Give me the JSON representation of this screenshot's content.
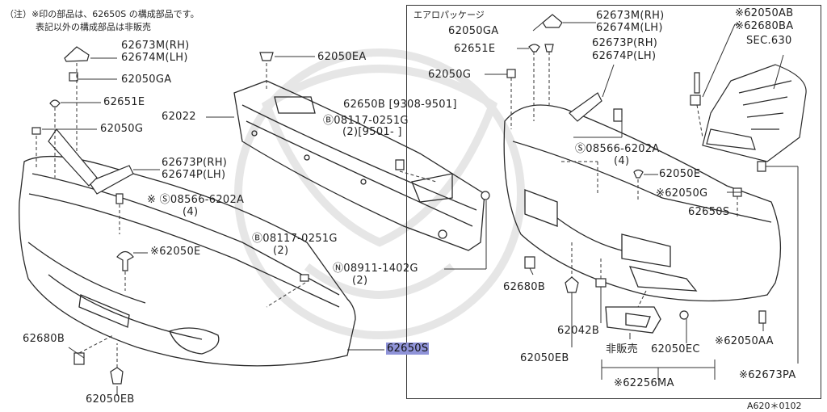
{
  "header": {
    "note_line1": "（注）※印の部品は、62650S の構成部品です。",
    "note_line2": "表記以外の構成部品は非販売"
  },
  "inset_title": "エアロパッケージ",
  "footer_code": "A620＊0102",
  "labels": {
    "l_62673m_rh": "62673M(RH)",
    "l_62674m_lh": "62674M(LH)",
    "l_62050ga": "62050GA",
    "l_62651e": "62651E",
    "l_62050g": "62050G",
    "l_62050ea": "62050EA",
    "l_62022": "62022",
    "l_62650b": "62650B [9308-9501]",
    "l_bolt_b_top": "Ⓑ08117-0251G",
    "l_bolt_b_top_qty": "(2)[9501-    ]",
    "l_62673p_rh": "62673P(RH)",
    "l_62674p_lh": "62674P(LH)",
    "l_screw_s": "※ Ⓢ08566-6202A",
    "l_screw_s_qty": "(4)",
    "l_62050e": "※62050E",
    "l_bolt_b_mid": "Ⓑ08117-0251G",
    "l_bolt_b_mid_qty": "(2)",
    "l_nut_n": "Ⓝ08911-1402G",
    "l_nut_n_qty": "(2)",
    "l_62680b": "62680B",
    "l_62650s": "62650S",
    "l_62050eb": "62050EB",
    "r_62050ga": "62050GA",
    "r_62651e": "62651E",
    "r_62050g": "62050G",
    "r_62673m_rh": "62673M(RH)",
    "r_62674m_lh": "62674M(LH)",
    "r_62673p_rh": "62673P(RH)",
    "r_62674p_lh": "62674P(LH)",
    "r_62050ab": "※62050AB",
    "r_62680ba": "※62680BA",
    "r_sec630": "SEC.630",
    "r_screw_s": "Ⓢ08566-6202A",
    "r_screw_s_qty": "(4)",
    "r_62050e": "62050E",
    "r_62050g2": "※62050G",
    "r_62650s": "62650S",
    "r_62680b": "62680B",
    "r_62042b": "62042B",
    "r_hihanbai": "非販売",
    "r_62050ec": "62050EC",
    "r_62050aa": "※62050AA",
    "r_62050eb": "62050EB",
    "r_62673pa": "※62673PA",
    "r_62256ma": "※62256MA"
  },
  "colors": {
    "line": "#2a2a2a",
    "highlight": "#8f93d8",
    "watermark": "#e4e4e4"
  }
}
